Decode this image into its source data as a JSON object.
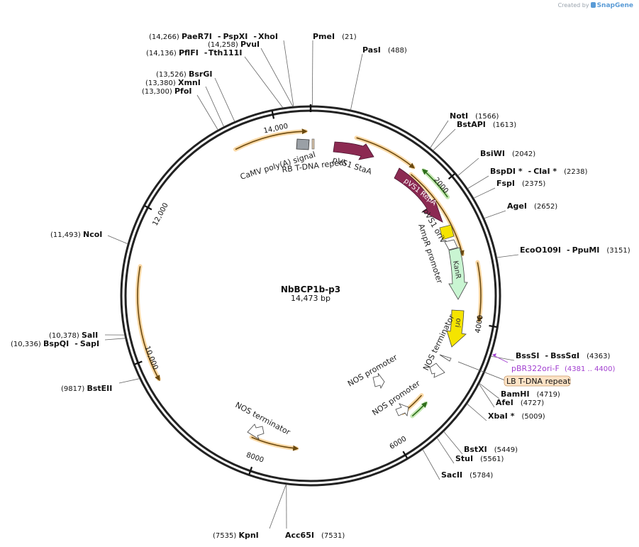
{
  "credit": {
    "prefix": "Created by",
    "brand": "SnapGene"
  },
  "plasmid": {
    "name": "NbBCP1b-p3",
    "size_label": "14,473 bp",
    "length": 14473
  },
  "ticks": [
    {
      "pos": 2000,
      "label": "2000"
    },
    {
      "pos": 4000,
      "label": "4000"
    },
    {
      "pos": 6000,
      "label": "6000"
    },
    {
      "pos": 8000,
      "label": "8000"
    },
    {
      "pos": 10000,
      "label": "10,000"
    },
    {
      "pos": 12000,
      "label": "12,000"
    },
    {
      "pos": 14000,
      "label": "14,000"
    }
  ],
  "sites": [
    {
      "id": "paer7i",
      "parts": [
        "PaeR7I",
        "PspXI",
        "XhoI"
      ],
      "pos_label": "(14,266)",
      "pos": 14266,
      "side": "left"
    },
    {
      "id": "pvui",
      "parts": [
        "PvuI"
      ],
      "pos_label": "(14,258)",
      "pos": 14258,
      "side": "left"
    },
    {
      "id": "pflfi",
      "parts": [
        "PflFI",
        "Tth111I"
      ],
      "pos_label": "(14,136)",
      "pos": 14136,
      "side": "left"
    },
    {
      "id": "bsrgi",
      "parts": [
        "BsrGI"
      ],
      "pos_label": "(13,526)",
      "pos": 13526,
      "side": "left"
    },
    {
      "id": "xmni",
      "parts": [
        "XmnI"
      ],
      "pos_label": "(13,380)",
      "pos": 13380,
      "side": "left"
    },
    {
      "id": "pfoi",
      "parts": [
        "PfoI"
      ],
      "pos_label": "(13,300)",
      "pos": 13300,
      "side": "left"
    },
    {
      "id": "pmei",
      "parts": [
        "PmeI"
      ],
      "pos_label": "(21)",
      "pos": 21,
      "side": "right"
    },
    {
      "id": "pasi",
      "parts": [
        "PasI"
      ],
      "pos_label": "(488)",
      "pos": 488,
      "side": "right"
    },
    {
      "id": "noti",
      "parts": [
        "NotI"
      ],
      "pos_label": "(1566)",
      "pos": 1566,
      "side": "right"
    },
    {
      "id": "bstapi",
      "parts": [
        "BstAPI"
      ],
      "pos_label": "(1613)",
      "pos": 1613,
      "side": "right"
    },
    {
      "id": "bsiwi",
      "parts": [
        "BsiWI"
      ],
      "pos_label": "(2042)",
      "pos": 2042,
      "side": "right"
    },
    {
      "id": "bspdi",
      "parts": [
        "BspDI *",
        "ClaI *"
      ],
      "pos_label": "(2238)",
      "pos": 2238,
      "side": "right"
    },
    {
      "id": "fspi",
      "parts": [
        "FspI"
      ],
      "pos_label": "(2375)",
      "pos": 2375,
      "side": "right"
    },
    {
      "id": "agei",
      "parts": [
        "AgeI"
      ],
      "pos_label": "(2652)",
      "pos": 2652,
      "side": "right"
    },
    {
      "id": "ecoo109i",
      "parts": [
        "EcoO109I",
        "PpuMI"
      ],
      "pos_label": "(3151)",
      "pos": 3151,
      "side": "right"
    },
    {
      "id": "bsssi",
      "parts": [
        "BssSI",
        "BssSαI"
      ],
      "pos_label": "(4363)",
      "pos": 4363,
      "side": "right"
    },
    {
      "id": "bamhi",
      "parts": [
        "BamHI"
      ],
      "pos_label": "(4719)",
      "pos": 4719,
      "side": "right"
    },
    {
      "id": "afei",
      "parts": [
        "AfeI"
      ],
      "pos_label": "(4727)",
      "pos": 4727,
      "side": "right"
    },
    {
      "id": "xbai",
      "parts": [
        "XbaI *"
      ],
      "pos_label": "(5009)",
      "pos": 5009,
      "side": "right"
    },
    {
      "id": "bstxi",
      "parts": [
        "BstXI"
      ],
      "pos_label": "(5449)",
      "pos": 5449,
      "side": "right"
    },
    {
      "id": "stui",
      "parts": [
        "StuI"
      ],
      "pos_label": "(5561)",
      "pos": 5561,
      "side": "right"
    },
    {
      "id": "sacii",
      "parts": [
        "SacII"
      ],
      "pos_label": "(5784)",
      "pos": 5784,
      "side": "right"
    },
    {
      "id": "acc65i",
      "parts": [
        "Acc65I"
      ],
      "pos_label": "(7531)",
      "pos": 7531,
      "side": "right"
    },
    {
      "id": "kpni",
      "parts": [
        "KpnI"
      ],
      "pos_label": "(7535)",
      "pos": 7535,
      "side": "left"
    },
    {
      "id": "bsteii",
      "parts": [
        "BstEII"
      ],
      "pos_label": "(9817)",
      "pos": 9817,
      "side": "left"
    },
    {
      "id": "bspqi",
      "parts": [
        "BspQI",
        "SapI"
      ],
      "pos_label": "(10,336)",
      "pos": 10336,
      "side": "left"
    },
    {
      "id": "sali",
      "parts": [
        "SalI"
      ],
      "pos_label": "(10,378)",
      "pos": 10378,
      "side": "left"
    },
    {
      "id": "ncoi",
      "parts": [
        "NcoI"
      ],
      "pos_label": "(11,493)",
      "pos": 11493,
      "side": "left"
    }
  ],
  "primer": {
    "name": "pBR322ori-F",
    "pos_label": "(4381 .. 4400)",
    "pos": 4390
  },
  "lb_repeat": {
    "label": "LB T-DNA repeat"
  },
  "features": [
    {
      "id": "pvs1-staa",
      "label": "pVS1 StaA",
      "color": "#8c2a52"
    },
    {
      "id": "pvs1-repa",
      "label": "pVS1 RepA",
      "color": "#8c2a52"
    },
    {
      "id": "pvs1-oriv",
      "label": "pVS1 oriV",
      "color": "#f5e400"
    },
    {
      "id": "ampr-promoter",
      "label": "AmpR promoter",
      "color": "#ffffff"
    },
    {
      "id": "kanr",
      "label": "KanR",
      "color": "#c9f5d2"
    },
    {
      "id": "ori",
      "label": "ori",
      "color": "#f5e400"
    },
    {
      "id": "nos-terminator-1",
      "label": "NOS terminator",
      "color": "#ffffff"
    },
    {
      "id": "nos-promoter-1",
      "label": "NOS promoter",
      "color": "#ffffff"
    },
    {
      "id": "nos-promoter-2",
      "label": "NOS promoter",
      "color": "#ffffff"
    },
    {
      "id": "nos-terminator-2",
      "label": "NOS terminator",
      "color": "#ffffff"
    },
    {
      "id": "camv-polya",
      "label": "CaMV poly(A) signal",
      "color": "#9aa0a6"
    },
    {
      "id": "rb-tdna",
      "label": "RB T-DNA repeat",
      "color": "#d8c2a8"
    }
  ],
  "colors": {
    "orf": "#f2a93b",
    "orf_core": "#6b4a10",
    "primer_bind": "#4fa72d",
    "backbone": "#222222"
  }
}
